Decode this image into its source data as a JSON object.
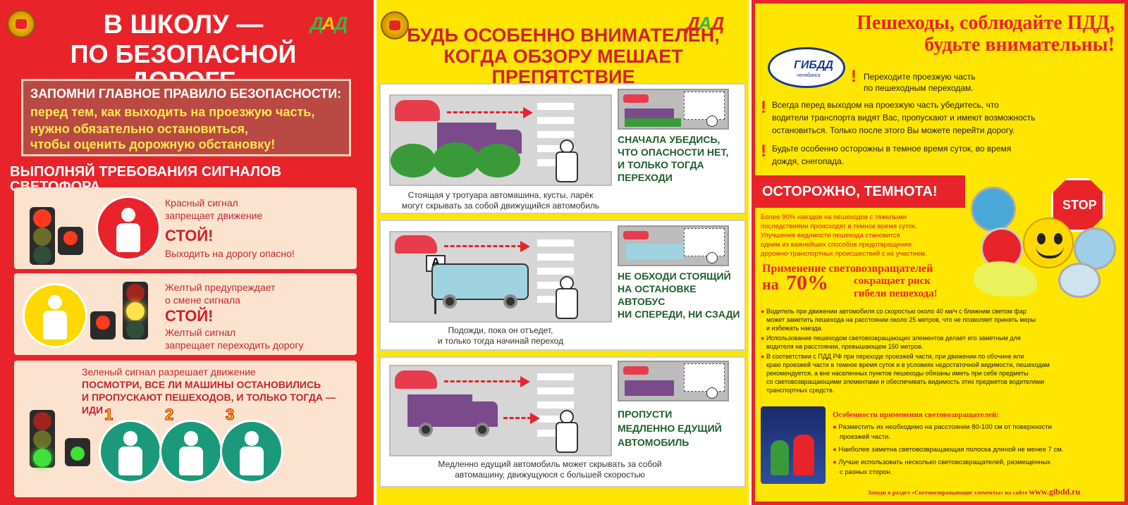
{
  "left": {
    "title_line1": "В ШКОЛУ —",
    "title_line2": "ПО БЕЗОПАСНОЙ ДОРОГЕ",
    "rule_heading": "ЗАПОМНИ ГЛАВНОЕ ПРАВИЛО БЕЗОПАСНОСТИ:",
    "rule_l1": "перед тем, как выходить на проезжую часть,",
    "rule_l2": "нужно обязательно остановиться,",
    "rule_l3": "чтобы оценить дорожную обстановку!",
    "signals_heading": "ВЫПОЛНЯЙ ТРЕБОВАНИЯ СИГНАЛОВ СВЕТОФОРА",
    "red_l1": "Красный сигнал",
    "red_l2": "запрещает движение",
    "red_big": "СТОЙ!",
    "red_l3": "Выходить на дорогу опасно!",
    "yellow_l1": "Желтый предупреждает",
    "yellow_l2": "о смене сигнала",
    "yellow_big": "СТОЙ!",
    "yellow_l3": "Желтый сигнал",
    "yellow_l4": "запрещает переходить дорогу",
    "green_l1": "Зеленый сигнал разрешает движение",
    "green_l2": "ПОСМОТРИ, ВСЕ ЛИ МАШИНЫ ОСТАНОВИЛИСЬ",
    "green_l3": "И ПРОПУСКАЮТ ПЕШЕХОДОВ, И ТОЛЬКО ТОГДА — ИДИ",
    "step1": "1",
    "step2": "2",
    "step3": "3"
  },
  "middle": {
    "title_line1": "БУДЬ ОСОБЕННО ВНИМАТЕЛЕН,",
    "title_line2": "КОГДА ОБЗОРУ МЕШАЕТ ПРЕПЯТСТВИЕ",
    "s1_advice_l1": "СНАЧАЛА УБЕДИСЬ,",
    "s1_advice_l2": "ЧТО ОПАСНОСТИ НЕТ,",
    "s1_advice_l3": "И ТОЛЬКО ТОГДА",
    "s1_advice_l4": "ПЕРЕХОДИ",
    "s1_cap_l1": "Стоящая у тротуара автомашина, кусты, ларёк",
    "s1_cap_l2": "могут скрывать за собой движущийся автомобиль",
    "s2_advice_l1": "НЕ ОБХОДИ СТОЯЩИЙ",
    "s2_advice_l2": "НА ОСТАНОВКЕ",
    "s2_advice_l3": "АВТОБУС",
    "s2_advice_l4": "НИ СПЕРЕДИ, НИ СЗАДИ",
    "s2_sign": "А",
    "s2_cap_l1": "Подожди, пока он отъедет,",
    "s2_cap_l2": "и только тогда начинай переход",
    "s3_advice_l1": "ПРОПУСТИ",
    "s3_advice_l2": "МЕДЛЕННО ЕДУЩИЙ",
    "s3_advice_l3": "АВТОМОБИЛЬ",
    "s3_cap_l1": "Медленно едущий автомобиль может скрывать за собой",
    "s3_cap_l2": "автомашину, движущуюся с большей скоростью"
  },
  "right": {
    "title_line1": "Пешеходы, соблюдайте ПДД,",
    "title_line2": "будьте внимательны!",
    "logo_text": "ГИБДД",
    "logo_sub": "челябинск",
    "rule1_l1": "Переходите проезжую часть",
    "rule1_l2": "по пешеходным переходам.",
    "rule2_l1": "Всегда перед выходом на проезжую часть убедитесь, что",
    "rule2_l2": "водители транспорта видят Вас, пропускают и имеют возможность",
    "rule2_l3": "остановиться. Только после этого Вы можете перейти дорогу.",
    "rule3_l1": "Будьте особенно осторожны в темное время суток, во время",
    "rule3_l2": "дождя, снегопада.",
    "dark_heading": "ОСТОРОЖНО, ТЕМНОТА!",
    "stat_l1": "Более 90% наездов на пешеходов с тяжелыми",
    "stat_l2": "последствиями происходят в темное время суток.",
    "stat_l3": "Улучшение видимости пешехода становится",
    "stat_l4": "одним из важнейших способов предотвращения",
    "stat_l5": "дорожно-транспортных происшествий с их участием.",
    "use_l1": "Применение световозвращателей",
    "use_pre": "на",
    "use_pct": "70%",
    "use_l2": "сокращает риск",
    "use_l3": "гибели пешехода!",
    "b1_l1": "Водитель при движении автомобиля со скоростью около 40 км/ч с ближним светом фар",
    "b1_l2": "может заметить пешехода на расстоянии около 25 метров, что не позволяет принять меры",
    "b1_l3": "и избежать наезда.",
    "b2_l1": "Использование пешеходом световозвращающих элементов делает его заметным для",
    "b2_l2": "водителя на расстоянии, превышающем 150 метров.",
    "b3_l1": "В соответствии с ПДД РФ при переходе проезжей части, при движении по обочине или",
    "b3_l2": "краю проезжей части в темное время суток и в условиях недостаточной видимости, пешеходам",
    "b3_l3": "рекомендуется, а вне населенных пунктов пешеходы обязаны иметь при себе предметы",
    "b3_l4": "со световозвращающими элементами и обеспечивать видимость этих предметов водителями",
    "b3_l5": "транспортных средств.",
    "feat_heading": "Особенности применения световозвращателей:",
    "f1_l1": "Разместить их необходимо на расстоянии 80-100 см от поверхности",
    "f1_l2": "проезжей части.",
    "f2": "Наиболее заметна световозвращающая полоска длиной не менее 7 см.",
    "f3_l1": "Лучше использовать несколько световозвращателей, размещенных",
    "f3_l2": "с разных сторон.",
    "footer_pre": "Заходи в раздел «Световозвращающие элементы» на сайте",
    "footer_site": "www.gibdd.ru",
    "stop_sign": "STOP"
  }
}
